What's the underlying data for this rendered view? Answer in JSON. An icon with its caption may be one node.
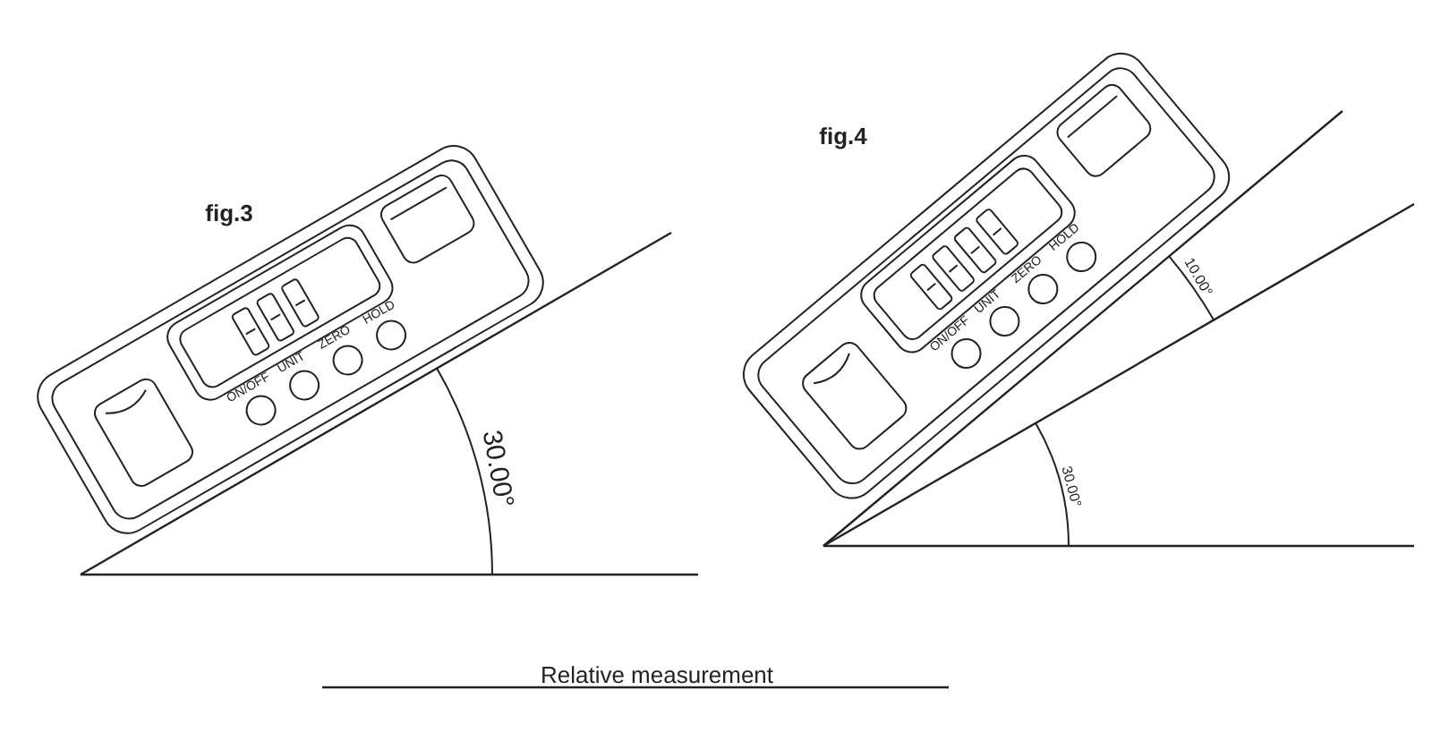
{
  "diagram": {
    "caption": "Relative measurement",
    "labels": [
      "fig.3",
      "ON/OFF",
      "UNIT",
      "ZERO",
      "HOLD",
      "30.00°",
      "fig.4",
      "ON/OFF",
      "UNIT",
      "ZERO",
      "HOLD",
      "10.00°",
      "30.00°"
    ]
  }
}
